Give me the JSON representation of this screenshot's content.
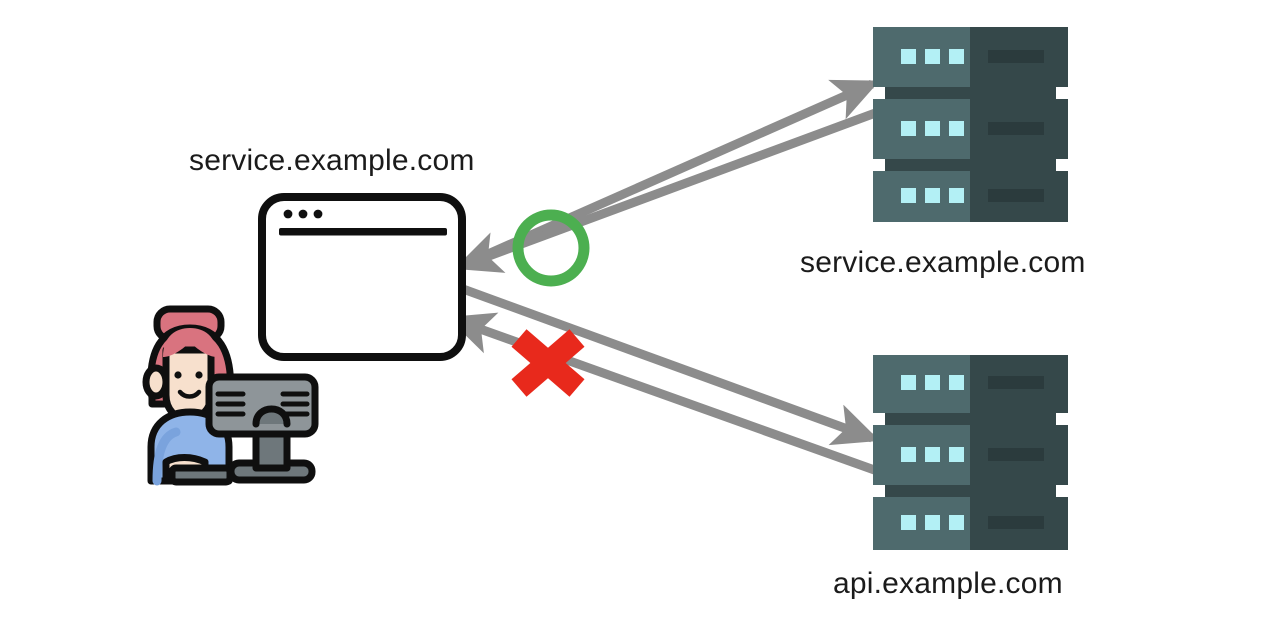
{
  "diagram": {
    "type": "same-origin-policy-illustration",
    "background_color": "#ffffff",
    "labels": {
      "browser_origin": "service.example.com",
      "server_top": "service.example.com",
      "server_bottom": "api.example.com"
    },
    "colors": {
      "arrow": "#8c8c8c",
      "allowed_marker": "#4caf50",
      "blocked_marker": "#e8291c",
      "text": "#1b1b1b",
      "browser_outline": "#000000",
      "server_front": "#4e6a6d",
      "server_side": "#35484a",
      "server_led": "#b3f0f5",
      "server_vent": "#2e4042",
      "server_bar": "#2b3b3d",
      "person_hair": "#d9737f",
      "person_hair_dark": "#c4606d",
      "person_skin": "#f7e0cd",
      "person_shirt": "#8fb4e8",
      "person_shirt_dark": "#7aa3dd",
      "monitor_body": "#8e9599",
      "monitor_dark": "#6e777b",
      "outline": "#0f0f0f"
    },
    "browser_window": {
      "name": "browser-window",
      "dots": 3,
      "has_address_bar": true
    },
    "connections": [
      {
        "id": "to-service",
        "from": "browser",
        "to": "server_top",
        "direction": "request",
        "status": "allowed",
        "marker": "circle"
      },
      {
        "id": "from-service",
        "from": "server_top",
        "to": "browser",
        "direction": "response",
        "status": "allowed",
        "marker": "circle"
      },
      {
        "id": "to-api",
        "from": "browser",
        "to": "server_bottom",
        "direction": "request",
        "status": "blocked",
        "marker": "cross"
      },
      {
        "id": "from-api",
        "from": "server_bottom",
        "to": "browser",
        "direction": "response",
        "status": "blocked",
        "marker": "cross"
      }
    ],
    "markers": {
      "allowed": "circle-outline",
      "blocked": "cross"
    },
    "servers": [
      {
        "id": "server_top",
        "label": "service.example.com",
        "units": 3,
        "leds_per_unit": 3
      },
      {
        "id": "server_bottom",
        "label": "api.example.com",
        "units": 3,
        "leds_per_unit": 3
      }
    ],
    "person": {
      "name": "user-at-computer",
      "description": "person with bun hairstyle seated at desktop computer"
    }
  }
}
